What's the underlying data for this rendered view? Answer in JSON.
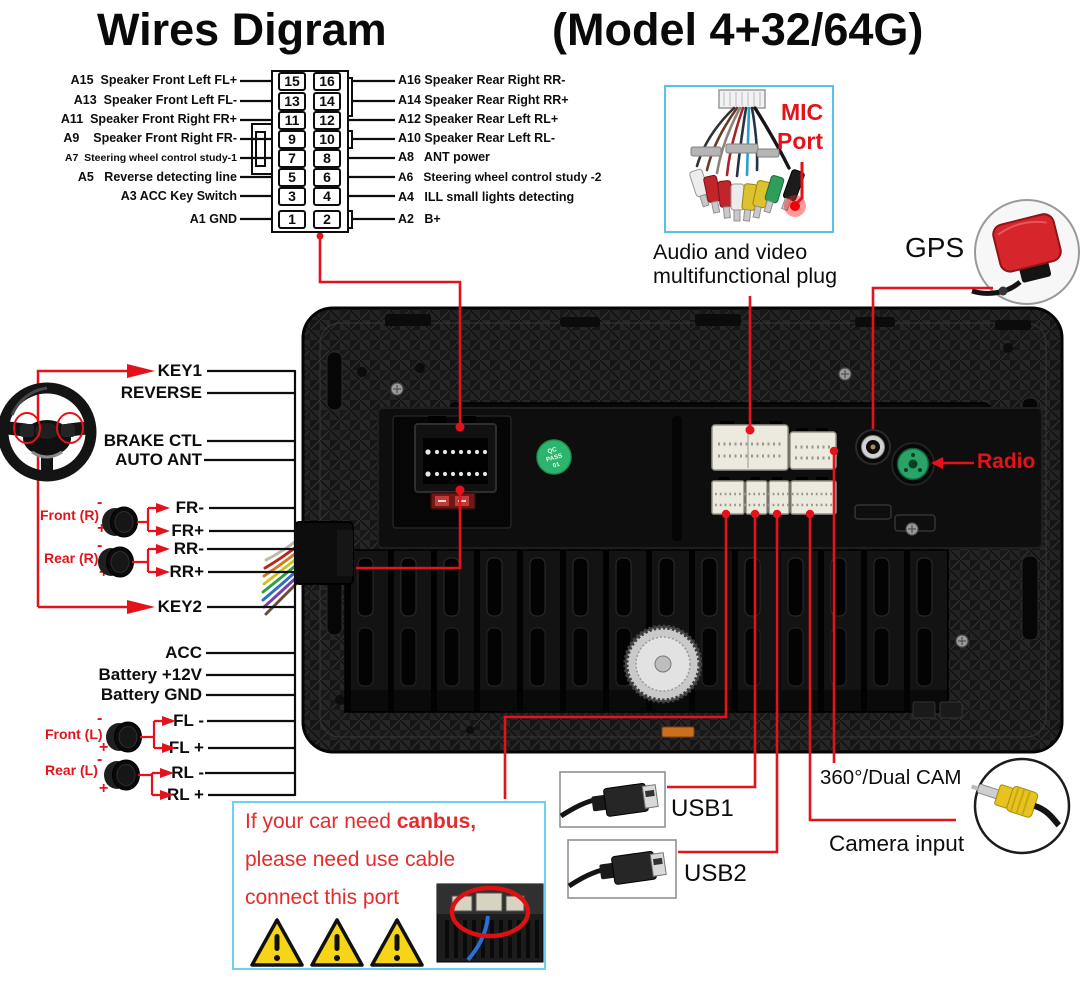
{
  "title": {
    "main": "Wires Digram",
    "model": "(Model 4+32/64G)"
  },
  "pin_table": {
    "rows": [
      {
        "left_label": "A15  Speaker Front Left FL+",
        "left_pin": "15",
        "right_pin": "16",
        "right_label": "A16 Speaker Rear Right RR-"
      },
      {
        "left_label": "A13  Speaker Front Left FL-",
        "left_pin": "13",
        "right_pin": "14",
        "right_label": "A14 Speaker Rear Right RR+"
      },
      {
        "left_label": "A11  Speaker Front Right FR+",
        "left_pin": "11",
        "right_pin": "12",
        "right_label": "A12 Speaker Rear Left RL+"
      },
      {
        "left_label": "A9    Speaker Front Right FR-",
        "left_pin": "9",
        "right_pin": "10",
        "right_label": "A10 Speaker Rear Left RL-"
      },
      {
        "left_label": "A7  Steering wheel control study-1",
        "left_pin": "7",
        "right_pin": "8",
        "right_label": "A8   ANT power"
      },
      {
        "left_label": "A5   Reverse detecting line",
        "left_pin": "5",
        "right_pin": "6",
        "right_label": "A6   Steering wheel control study -2"
      },
      {
        "left_label": "A3 ACC Key Switch",
        "left_pin": "3",
        "right_pin": "4",
        "right_label": "A4   ILL small lights detecting"
      },
      {
        "left_label": "A1 GND",
        "left_pin": "1",
        "right_pin": "2",
        "right_label": "A2   B+"
      }
    ]
  },
  "harness": {
    "labels": [
      "KEY1",
      "REVERSE",
      "BRAKE CTL",
      "AUTO ANT",
      "FR-",
      "FR+",
      "RR-",
      "RR+",
      "KEY2",
      "ACC",
      "Battery +12V",
      "Battery GND",
      "FL -",
      "FL +",
      "RL -",
      "RL +"
    ]
  },
  "speaker_groups": [
    {
      "name": "Front (R)",
      "minus": "-",
      "plus": "+"
    },
    {
      "name": "Rear (R)",
      "minus": "-",
      "plus": "+"
    },
    {
      "name": "Front (L)",
      "minus": "-",
      "plus": "+"
    },
    {
      "name": "Rear (L)",
      "minus": "-",
      "plus": "+"
    }
  ],
  "callouts": {
    "mic_line1": "MIC",
    "mic_line2": "Port",
    "audio_plug_line1": "Audio and video",
    "audio_plug_line2": "multifunctional plug",
    "gps": "GPS",
    "radio": "Radio",
    "dual_cam": "360°/Dual CAM",
    "camera_input": "Camera input",
    "usb1": "USB1",
    "usb2": "USB2"
  },
  "canbus_note": {
    "line1_normal": "If your car need ",
    "line1_bold": "canbus,",
    "line2": "please need use cable",
    "line3": "connect this port"
  },
  "qc_sticker": {
    "line1": "QC",
    "line2": "PASS",
    "line3": "01"
  },
  "colors": {
    "annotation_red": "#e4121a",
    "box_blue": "#56c1ef",
    "sticker_green": "#2db56d",
    "radio_green": "#2aa368",
    "warning_yellow": "#f6d417"
  }
}
